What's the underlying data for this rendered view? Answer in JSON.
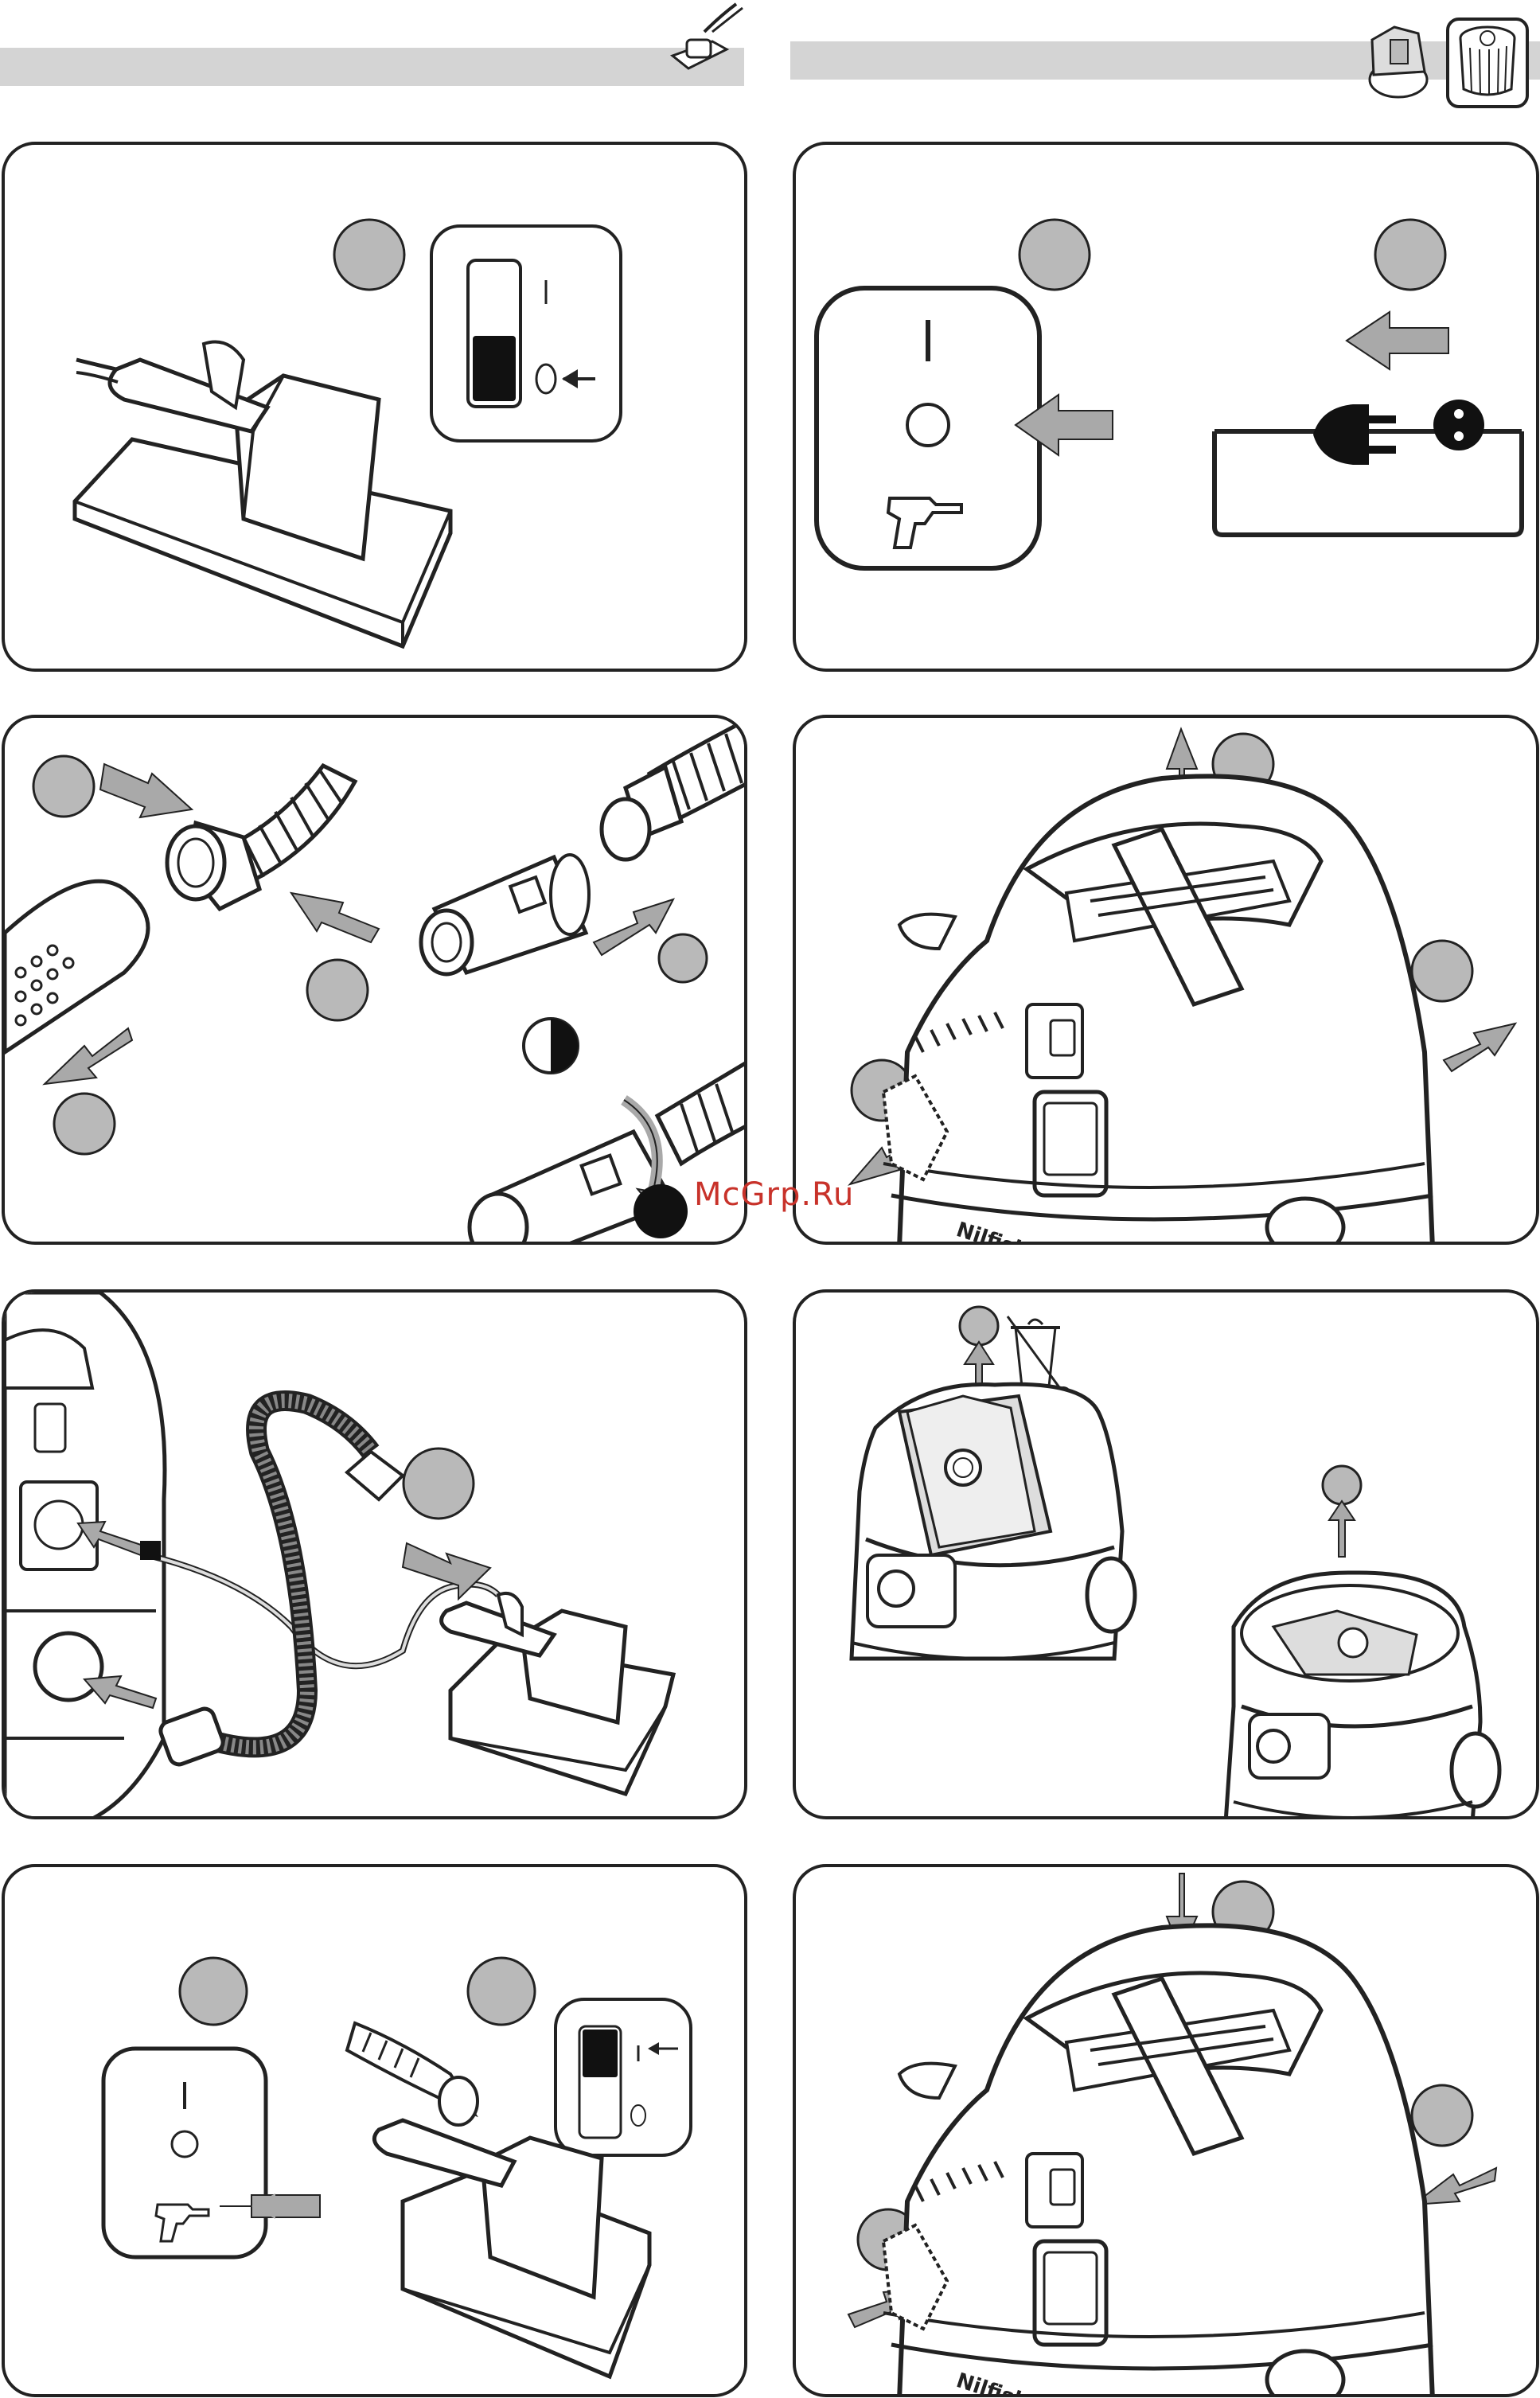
{
  "watermark": "McGrp.Ru",
  "brand_text": "Nilfisk",
  "power_symbols": {
    "on": "I",
    "off": "O"
  },
  "colors": {
    "step_circle": "#b9b9b9",
    "arrow": "#a9a9a9",
    "header_bar": "#d4d4d4",
    "outline": "#222222",
    "watermark": "#c8322a"
  },
  "icons": [
    "power-tool-header-icon",
    "vacuum-header-icon",
    "filter-header-icon",
    "power-switch-icon",
    "plug-icon",
    "socket-icon",
    "drill-icon",
    "recycle-bin-icon",
    "half-moon-icon"
  ]
}
